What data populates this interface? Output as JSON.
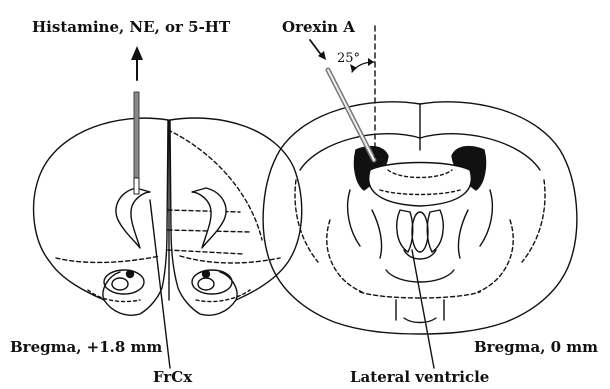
{
  "labels": {
    "drugs_left": "Histamine, NE, or 5-HT",
    "drug_right": "Orexin A",
    "angle": "25°",
    "bregma_left": "Bregma, +1.8 mm",
    "bregma_right": "Bregma, 0 mm",
    "frcx": "FrCx",
    "lateral_ventricle": "Lateral ventricle"
  }
}
